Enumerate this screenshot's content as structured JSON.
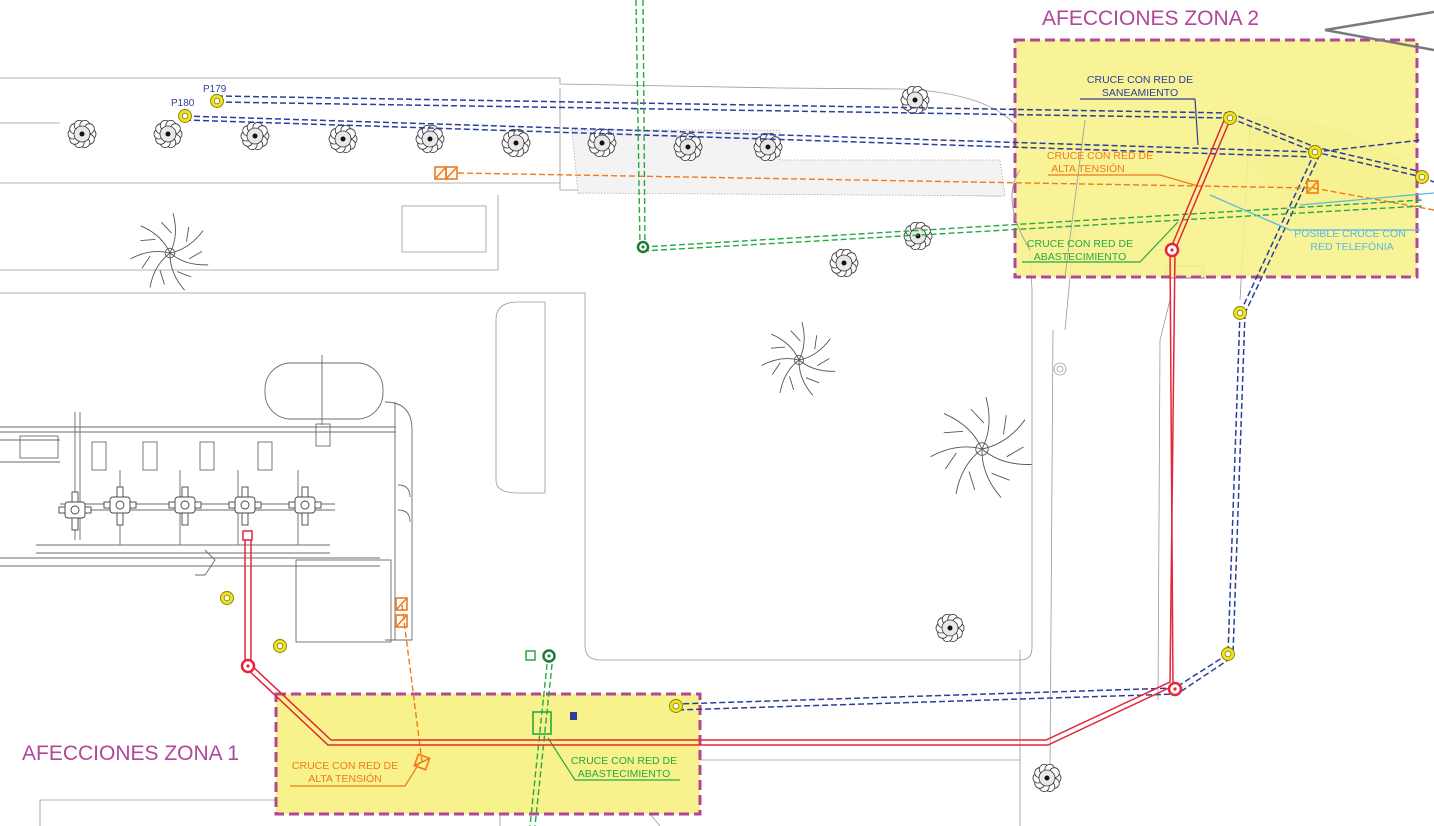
{
  "zones": [
    {
      "title": "AFECCIONES ZONA 1"
    },
    {
      "title": "AFECCIONES ZONA 2"
    }
  ],
  "callouts": {
    "zona1_alta_tension": [
      "CRUCE CON RED DE",
      "ALTA TENSIÓN"
    ],
    "zona1_abastecimiento": [
      "CRUCE CON RED DE",
      "ABASTECIMIENTO"
    ],
    "zona2_saneamiento": [
      "CRUCE CON RED DE",
      "SANEAMIENTO"
    ],
    "zona2_alta_tension": [
      "CRUCE CON RED DE",
      "ALTA TENSIÓN"
    ],
    "zona2_abastecimiento": [
      "CRUCE CON RED DE",
      "ABASTECIMIENTO"
    ],
    "zona2_telefonia": [
      "POSIBLE CRUCE CON",
      "RED TELEFÓNIA"
    ]
  },
  "wells": [
    {
      "label": "P179"
    },
    {
      "label": "P180"
    }
  ],
  "colors": {
    "zone_fill": "#f7f28c",
    "zone_border": "#b0479a",
    "red_network": "#e3263a",
    "sanitation": "#2b3f9a",
    "high_voltage": "#f27a1c",
    "water_supply": "#27a844",
    "telephony": "#5cb8e6",
    "well_marker": "#f0e224"
  }
}
